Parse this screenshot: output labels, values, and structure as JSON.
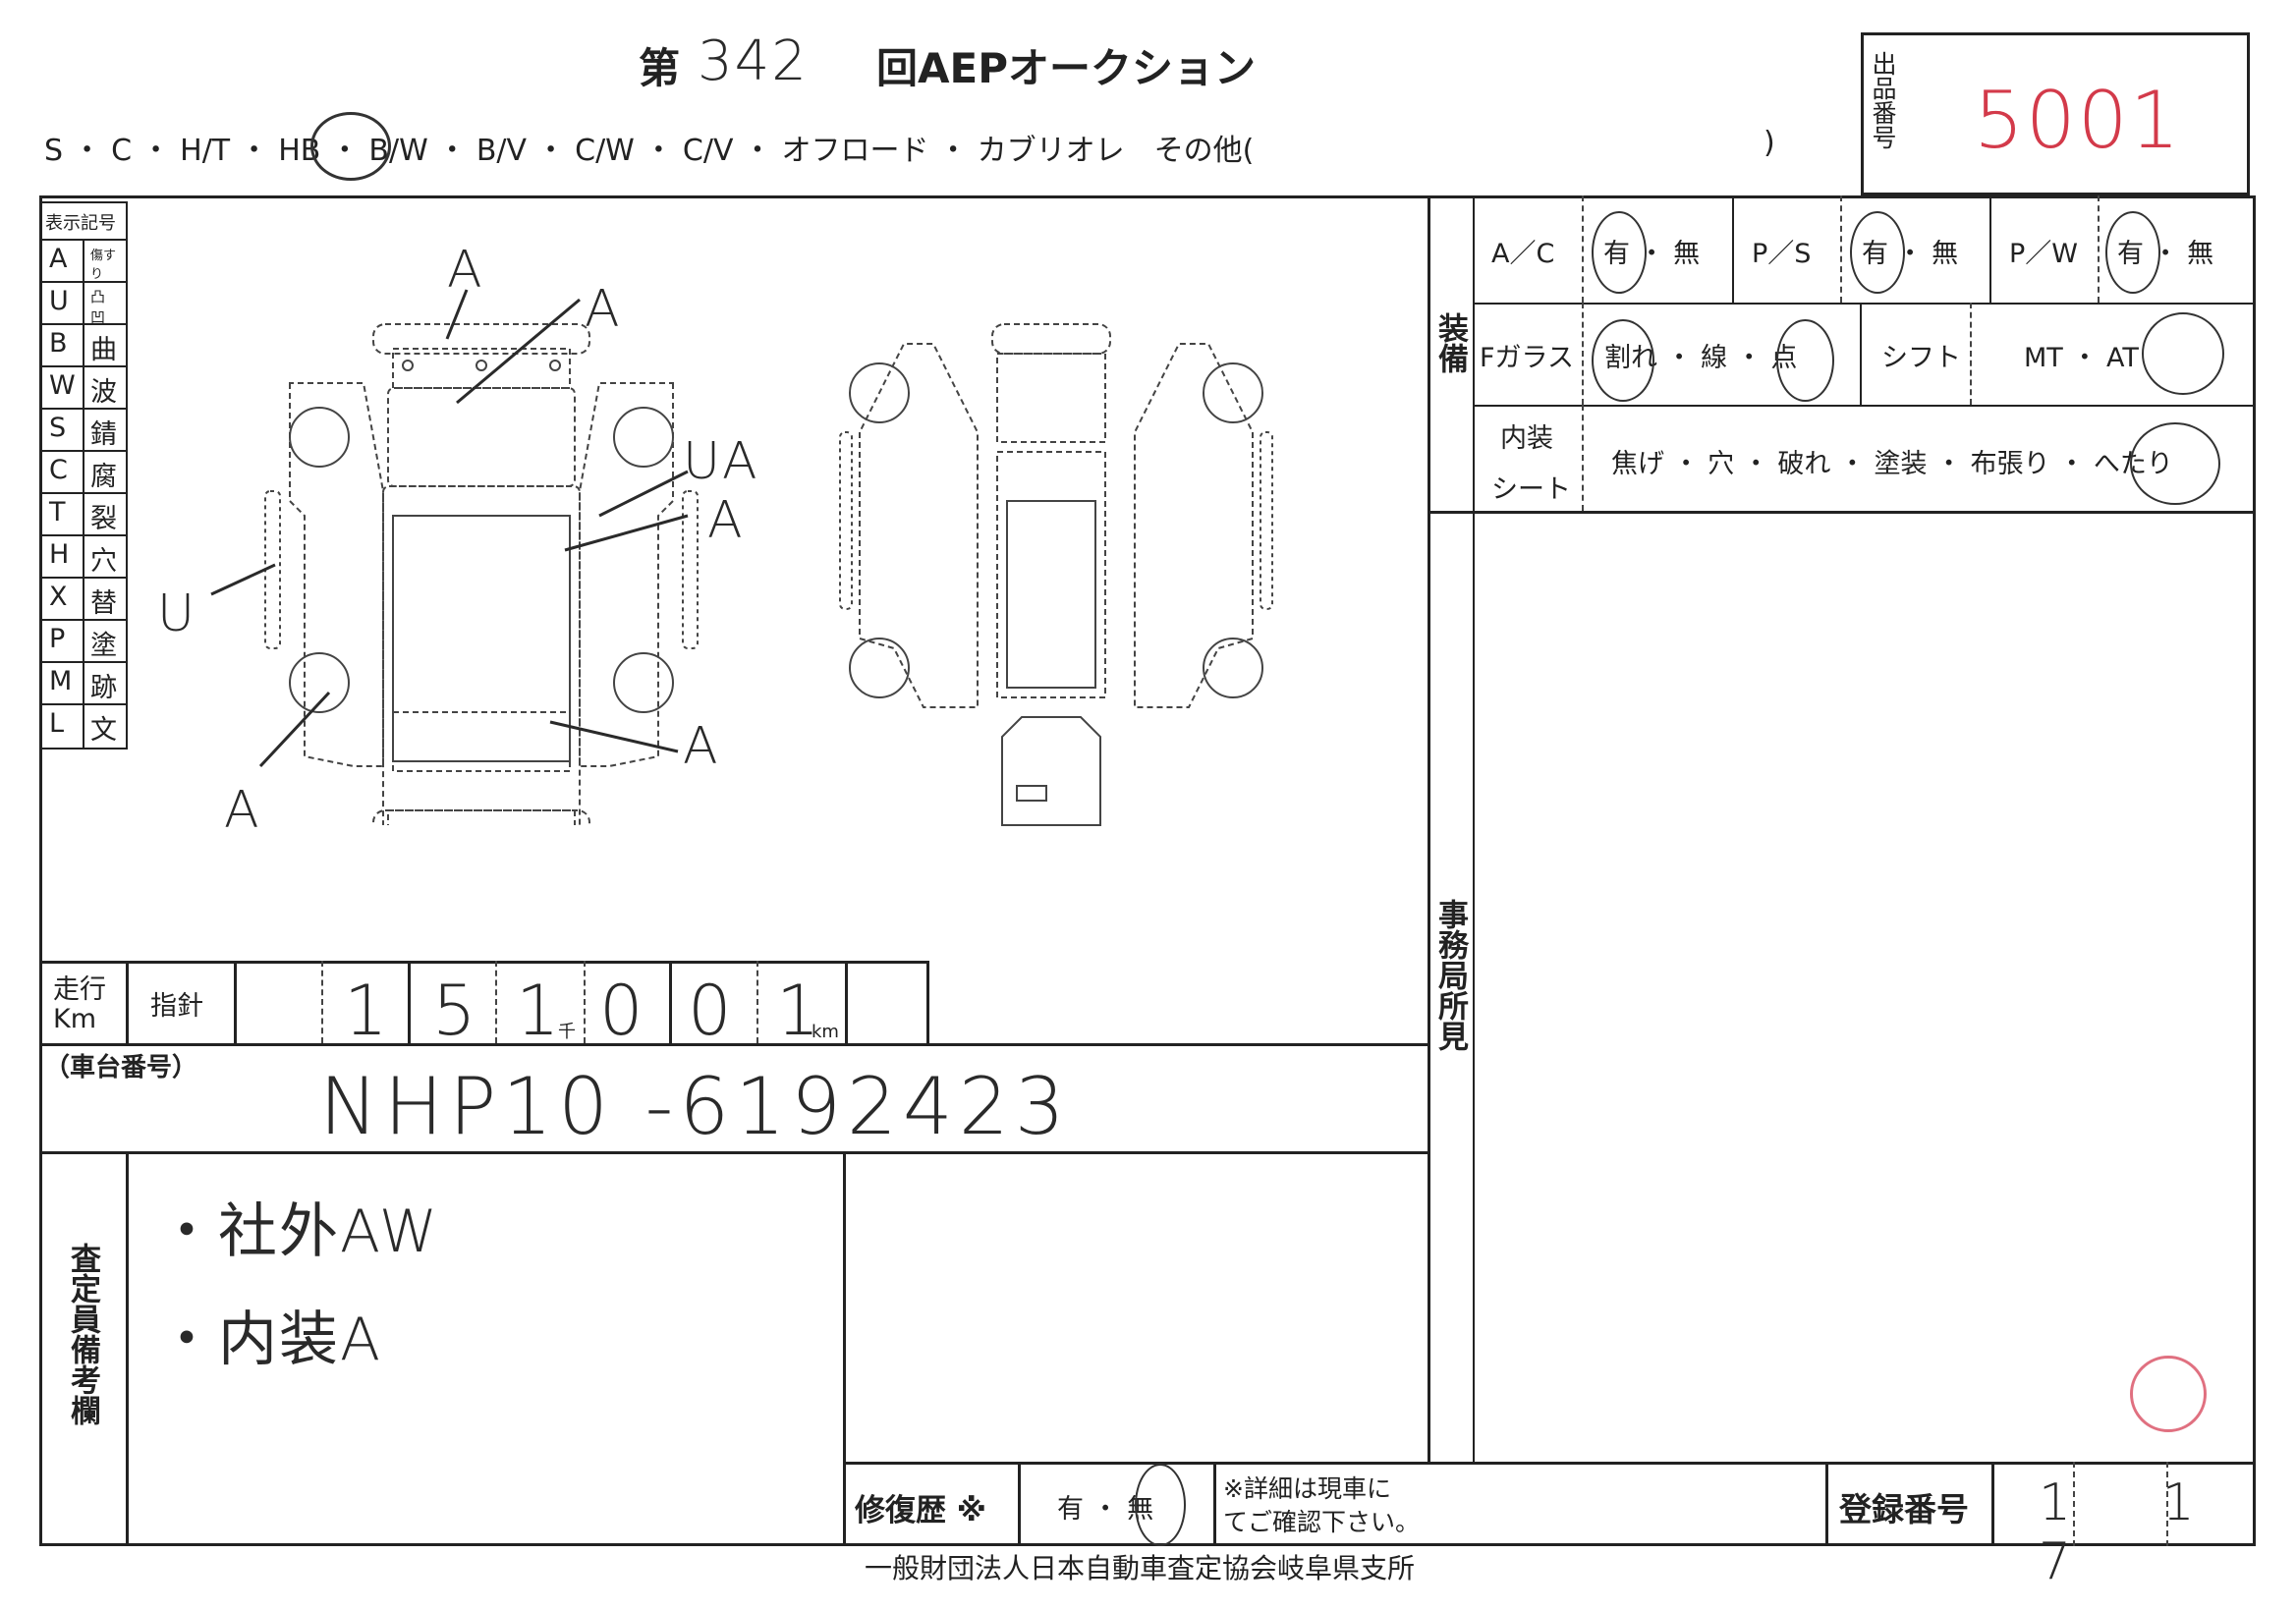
{
  "header": {
    "title_prefix": "第",
    "auction_number": "342",
    "title_suffix": "回AEPオークション",
    "body_types": "S ・ C ・ H/T ・ HB ・ B/W ・ B/V ・ C/W ・ C/V ・ オフロード ・ カブリオレ　その他(",
    "body_types_close": ")",
    "lot_label": "出品番号",
    "lot_number": "5001"
  },
  "legend": {
    "title": "表示記号",
    "items": [
      {
        "code": "A",
        "meaning": "傷すり"
      },
      {
        "code": "U",
        "meaning": "凸凹"
      },
      {
        "code": "B",
        "meaning": "曲"
      },
      {
        "code": "W",
        "meaning": "波"
      },
      {
        "code": "S",
        "meaning": "錆"
      },
      {
        "code": "C",
        "meaning": "腐"
      },
      {
        "code": "T",
        "meaning": "裂"
      },
      {
        "code": "H",
        "meaning": "穴"
      },
      {
        "code": "X",
        "meaning": "替"
      },
      {
        "code": "P",
        "meaning": "塗"
      },
      {
        "code": "M",
        "meaning": "跡"
      },
      {
        "code": "L",
        "meaning": "文"
      }
    ]
  },
  "damage_marks": {
    "m1": "A",
    "m2": "A",
    "m3": "UA",
    "m4": "A",
    "m5": "U",
    "m6": "A",
    "m7": "A"
  },
  "equipment": {
    "section_label": "装備",
    "ac_label": "A／C",
    "ac_opts": "有 ・ 無",
    "ps_label": "P／S",
    "ps_opts": "有 ・ 無",
    "pw_label": "P／W",
    "pw_opts": "有 ・ 無",
    "glass_label": "Fガラス",
    "glass_opts": "割れ ・ 線 ・ 点",
    "shift_label": "シフト",
    "shift_opts": "MT ・ AT",
    "interior_label_1": "内装",
    "interior_label_2": "シート",
    "interior_opts": "焦げ ・ 穴 ・ 破れ ・ 塗装 ・ 布張り ・ へたり"
  },
  "office_label": "事務局所見",
  "mileage": {
    "label_1": "走行",
    "label_2": "Km",
    "meter_label": "指針",
    "digits": [
      "1",
      "5",
      "1",
      "0",
      "0",
      "1"
    ],
    "thousand_unit": "千",
    "km_unit": "km"
  },
  "chassis": {
    "label": "（車台番号）",
    "value": "NHP10 -6192423"
  },
  "inspector": {
    "label": "査定員備考欄",
    "note_1": "・社外AW",
    "note_2": "・内装A"
  },
  "repair": {
    "label": "修復歴 ※",
    "opts": "有 ・ 無",
    "note_1": "※詳細は現車に",
    "note_2": "てご確認下さい。"
  },
  "registration": {
    "label": "登録番号",
    "value": "1 1 7"
  },
  "footer": "一般財団法人日本自動車査定協会岐阜県支所",
  "colors": {
    "ink": "#222222",
    "red_ink": "#d33a4a",
    "stamp": "#e07080"
  }
}
